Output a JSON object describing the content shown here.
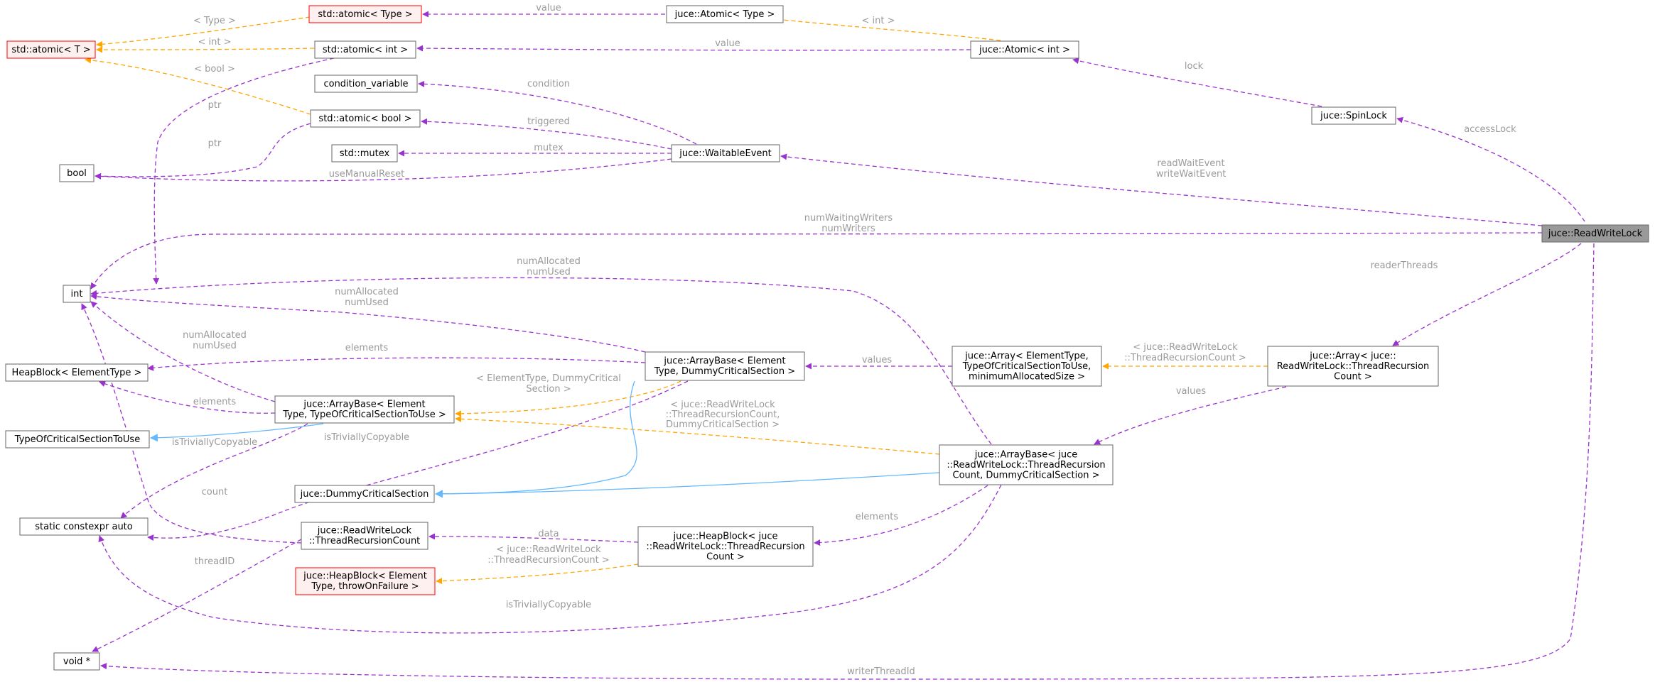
{
  "diagram": {
    "colors": {
      "member_edge": "#9a32cd",
      "template_edge": "#ffa500",
      "inherit_edge": "#63b8ff",
      "node_border": "#666666",
      "incomplete_border": "#ff0000",
      "incomplete_fill": "#fff0f0",
      "root_fill": "#999999",
      "label": "#9a9a9a"
    },
    "nodes": [
      {
        "id": "readwritelock",
        "lines": [
          "juce::ReadWriteLock"
        ],
        "style": "root"
      },
      {
        "id": "spinlock",
        "lines": [
          "juce::SpinLock"
        ],
        "style": "normal"
      },
      {
        "id": "atomic_int_juce",
        "lines": [
          "juce::Atomic< int >"
        ],
        "style": "normal"
      },
      {
        "id": "atomic_type_juce",
        "lines": [
          "juce::Atomic< Type >"
        ],
        "style": "normal"
      },
      {
        "id": "std_atomic_type",
        "lines": [
          "std::atomic< Type >"
        ],
        "style": "incomplete"
      },
      {
        "id": "std_atomic_T",
        "lines": [
          "std::atomic< T >"
        ],
        "style": "incomplete"
      },
      {
        "id": "std_atomic_int",
        "lines": [
          "std::atomic< int >"
        ],
        "style": "normal"
      },
      {
        "id": "condition_variable",
        "lines": [
          "condition_variable"
        ],
        "style": "normal"
      },
      {
        "id": "std_atomic_bool",
        "lines": [
          "std::atomic< bool >"
        ],
        "style": "normal"
      },
      {
        "id": "std_mutex",
        "lines": [
          "std::mutex"
        ],
        "style": "normal"
      },
      {
        "id": "waitable_event",
        "lines": [
          "juce::WaitableEvent"
        ],
        "style": "normal"
      },
      {
        "id": "bool",
        "lines": [
          "bool"
        ],
        "style": "normal"
      },
      {
        "id": "int",
        "lines": [
          "int"
        ],
        "style": "normal"
      },
      {
        "id": "heapblock_et",
        "lines": [
          "HeapBlock< ElementType >"
        ],
        "style": "normal"
      },
      {
        "id": "typeofcs",
        "lines": [
          "TypeOfCriticalSectionToUse"
        ],
        "style": "normal"
      },
      {
        "id": "static_constexpr",
        "lines": [
          "static constexpr auto"
        ],
        "style": "normal"
      },
      {
        "id": "void_ptr",
        "lines": [
          "void *"
        ],
        "style": "normal"
      },
      {
        "id": "arraybase_tocs",
        "lines": [
          "juce::ArrayBase< Element",
          "Type, TypeOfCriticalSectionToUse >"
        ],
        "style": "normal"
      },
      {
        "id": "dummy_cs",
        "lines": [
          "juce::DummyCriticalSection"
        ],
        "style": "normal"
      },
      {
        "id": "rwl_trc",
        "lines": [
          "juce::ReadWriteLock",
          "::ThreadRecursionCount"
        ],
        "style": "normal"
      },
      {
        "id": "heapblock_throw",
        "lines": [
          "juce::HeapBlock< Element",
          "Type, throwOnFailure >"
        ],
        "style": "incomplete"
      },
      {
        "id": "arraybase_dummy",
        "lines": [
          "juce::ArrayBase< Element",
          "Type, DummyCriticalSection >"
        ],
        "style": "normal"
      },
      {
        "id": "heapblock_juce",
        "lines": [
          "juce::HeapBlock< juce",
          "::ReadWriteLock::ThreadRecursion",
          "Count >"
        ],
        "style": "normal"
      },
      {
        "id": "array_generic",
        "lines": [
          "juce::Array< ElementType,",
          "TypeOfCriticalSectionToUse,",
          "minimumAllocatedSize >"
        ],
        "style": "normal"
      },
      {
        "id": "arraybase_juce",
        "lines": [
          "juce::ArrayBase< juce",
          "::ReadWriteLock::ThreadRecursion",
          "Count, DummyCriticalSection >"
        ],
        "style": "normal"
      },
      {
        "id": "array_juce",
        "lines": [
          "juce::Array< juce::",
          "ReadWriteLock::ThreadRecursion",
          "Count >"
        ],
        "style": "normal"
      }
    ],
    "edges": [
      {
        "id": "e-accesslock",
        "from": "readwritelock",
        "to": "spinlock",
        "kind": "member",
        "label": [
          "accessLock"
        ]
      },
      {
        "id": "e-lock",
        "from": "spinlock",
        "to": "atomic_int_juce",
        "kind": "member",
        "label": [
          "lock"
        ]
      },
      {
        "id": "e-int-tpl",
        "from": "atomic_int_juce",
        "to": "atomic_type_juce",
        "kind": "template",
        "label": [
          "< int >"
        ]
      },
      {
        "id": "e-value-type",
        "from": "atomic_type_juce",
        "to": "std_atomic_type",
        "kind": "member",
        "label": [
          "value"
        ]
      },
      {
        "id": "e-value-int",
        "from": "atomic_int_juce",
        "to": "std_atomic_int",
        "kind": "member",
        "label": [
          "value"
        ]
      },
      {
        "id": "e-type-tpl",
        "from": "std_atomic_type",
        "to": "std_atomic_T",
        "kind": "template",
        "label": [
          "< Type >"
        ]
      },
      {
        "id": "e-int-tpl2",
        "from": "std_atomic_int",
        "to": "std_atomic_T",
        "kind": "template",
        "label": [
          "< int >"
        ]
      },
      {
        "id": "e-bool-tpl",
        "from": "std_atomic_bool",
        "to": "std_atomic_T",
        "kind": "template",
        "label": [
          "< bool >"
        ]
      },
      {
        "id": "e-ptr-int",
        "from": "std_atomic_int",
        "to": "int",
        "kind": "member",
        "label": [
          "ptr"
        ]
      },
      {
        "id": "e-ptr-bool",
        "from": "std_atomic_bool",
        "to": "bool",
        "kind": "member",
        "label": [
          "ptr"
        ]
      },
      {
        "id": "e-condition",
        "from": "waitable_event",
        "to": "condition_variable",
        "kind": "member",
        "label": [
          "condition"
        ]
      },
      {
        "id": "e-triggered",
        "from": "waitable_event",
        "to": "std_atomic_bool",
        "kind": "member",
        "label": [
          "triggered"
        ]
      },
      {
        "id": "e-mutex",
        "from": "waitable_event",
        "to": "std_mutex",
        "kind": "member",
        "label": [
          "mutex"
        ]
      },
      {
        "id": "e-manualreset",
        "from": "waitable_event",
        "to": "bool",
        "kind": "member",
        "label": [
          "useManualReset"
        ]
      },
      {
        "id": "e-waitevents",
        "from": "readwritelock",
        "to": "waitable_event",
        "kind": "member",
        "label": [
          "readWaitEvent",
          "writeWaitEvent"
        ]
      },
      {
        "id": "e-writers",
        "from": "readwritelock",
        "to": "int",
        "kind": "member",
        "label": [
          "numWaitingWriters",
          "numWriters"
        ]
      },
      {
        "id": "e-readers",
        "from": "readwritelock",
        "to": "array_juce",
        "kind": "member",
        "label": [
          "readerThreads"
        ]
      },
      {
        "id": "e-writerthread",
        "from": "readwritelock",
        "to": "void_ptr",
        "kind": "member",
        "label": [
          "writerThreadId"
        ]
      },
      {
        "id": "e-ab-juce-int",
        "from": "arraybase_juce",
        "to": "int",
        "kind": "member",
        "label": [
          "numAllocated",
          "numUsed"
        ]
      },
      {
        "id": "e-ab-dummy-int",
        "from": "arraybase_dummy",
        "to": "int",
        "kind": "member",
        "label": [
          "numAllocated",
          "numUsed"
        ]
      },
      {
        "id": "e-ab-tocs-int",
        "from": "arraybase_tocs",
        "to": "int",
        "kind": "member",
        "label": [
          "numAllocated",
          "numUsed"
        ]
      },
      {
        "id": "e-ab-dummy-elements",
        "from": "arraybase_dummy",
        "to": "heapblock_et",
        "kind": "member",
        "label": [
          "elements"
        ]
      },
      {
        "id": "e-ab-tocs-elements",
        "from": "arraybase_tocs",
        "to": "heapblock_et",
        "kind": "member",
        "label": [
          "elements"
        ]
      },
      {
        "id": "e-tocs-inherit",
        "from": "arraybase_tocs",
        "to": "typeofcs",
        "kind": "inherit",
        "label": []
      },
      {
        "id": "e-tocs-trivial",
        "from": "arraybase_tocs",
        "to": "static_constexpr",
        "kind": "member",
        "label": [
          "isTriviallyCopyable"
        ]
      },
      {
        "id": "e-dummy-trivial",
        "from": "arraybase_dummy",
        "to": "static_constexpr",
        "kind": "member",
        "label": [
          "isTriviallyCopyable"
        ]
      },
      {
        "id": "e-juce-trivial",
        "from": "arraybase_juce",
        "to": "static_constexpr",
        "kind": "member",
        "label": [
          "isTriviallyCopyable"
        ]
      },
      {
        "id": "e-dummy-tpl",
        "from": "arraybase_dummy",
        "to": "arraybase_tocs",
        "kind": "template",
        "label": [
          "< ElementType, DummyCritical",
          "Section >"
        ]
      },
      {
        "id": "e-juce-tpl",
        "from": "arraybase_juce",
        "to": "arraybase_tocs",
        "kind": "template",
        "label": [
          "< juce::ReadWriteLock",
          "::ThreadRecursionCount,",
          "DummyCriticalSection >"
        ]
      },
      {
        "id": "e-dummy-inherit",
        "from": "arraybase_dummy",
        "to": "dummy_cs",
        "kind": "inherit",
        "label": []
      },
      {
        "id": "e-juce-inherit",
        "from": "arraybase_juce",
        "to": "dummy_cs",
        "kind": "inherit",
        "label": []
      },
      {
        "id": "e-array-values",
        "from": "array_generic",
        "to": "arraybase_dummy",
        "kind": "member",
        "label": [
          "values"
        ]
      },
      {
        "id": "e-arrayjuce-tpl",
        "from": "array_juce",
        "to": "array_generic",
        "kind": "template",
        "label": [
          "< juce::ReadWriteLock",
          "::ThreadRecursionCount >"
        ]
      },
      {
        "id": "e-arrayjuce-values",
        "from": "array_juce",
        "to": "arraybase_juce",
        "kind": "member",
        "label": [
          "values"
        ]
      },
      {
        "id": "e-juce-elements",
        "from": "arraybase_juce",
        "to": "heapblock_juce",
        "kind": "member",
        "label": [
          "elements"
        ]
      },
      {
        "id": "e-hb-data",
        "from": "heapblock_juce",
        "to": "rwl_trc",
        "kind": "member",
        "label": [
          "data"
        ]
      },
      {
        "id": "e-hb-tpl",
        "from": "heapblock_juce",
        "to": "heapblock_throw",
        "kind": "template",
        "label": [
          "< juce::ReadWriteLock",
          "::ThreadRecursionCount >"
        ]
      },
      {
        "id": "e-trc-count",
        "from": "rwl_trc",
        "to": "int",
        "kind": "member",
        "label": [
          "count"
        ]
      },
      {
        "id": "e-trc-threadid",
        "from": "rwl_trc",
        "to": "void_ptr",
        "kind": "member",
        "label": [
          "threadID"
        ]
      }
    ]
  }
}
